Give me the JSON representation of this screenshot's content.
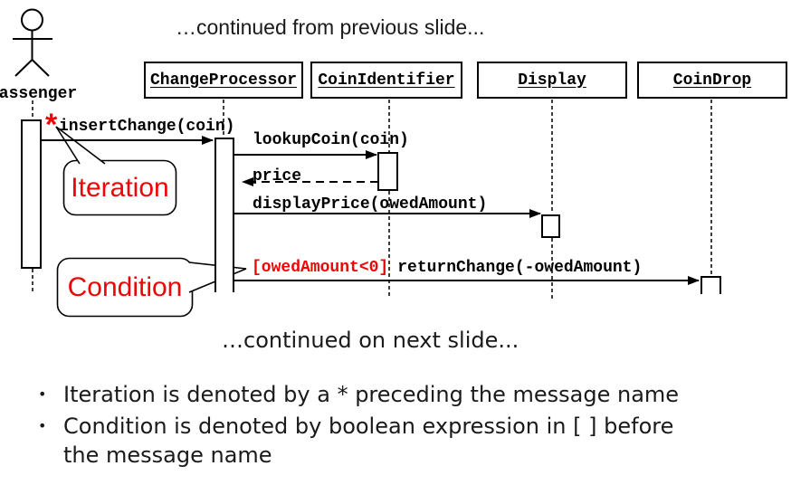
{
  "colors": {
    "red": "#ee0505",
    "line": "#000000"
  },
  "bullet_char": "•",
  "header": {
    "continued_from": "…continued from previous slide..."
  },
  "footer": {
    "continued_on": "…continued on next slide..."
  },
  "bullets": [
    {
      "lines": [
        "Iteration is denoted by a * preceding the message name"
      ]
    },
    {
      "lines": [
        "Condition is denoted by boolean expression in [ ] before",
        "the message name"
      ]
    }
  ],
  "diagram": {
    "actor": {
      "label": "Passenger"
    },
    "lifelines": [
      {
        "label": "ChangeProcessor"
      },
      {
        "label": "CoinIdentifier"
      },
      {
        "label": "Display"
      },
      {
        "label": "CoinDrop"
      }
    ],
    "messages": [
      {
        "iteration_marker": "*",
        "label": "insertChange(coin)",
        "from": "Passenger",
        "to": "ChangeProcessor",
        "type": "call"
      },
      {
        "label": "lookupCoin(coin)",
        "from": "ChangeProcessor",
        "to": "CoinIdentifier",
        "type": "call"
      },
      {
        "label": "price",
        "from": "CoinIdentifier",
        "to": "ChangeProcessor",
        "type": "dashed-return"
      },
      {
        "label": "displayPrice(owedAmount)",
        "from": "ChangeProcessor",
        "to": "Display",
        "type": "call"
      },
      {
        "guard": "[owedAmount<0]",
        "label": "returnChange(-owedAmount)",
        "from": "ChangeProcessor",
        "to": "CoinDrop",
        "type": "call"
      }
    ],
    "callouts": [
      {
        "label": "Iteration"
      },
      {
        "label": "Condition"
      }
    ]
  }
}
